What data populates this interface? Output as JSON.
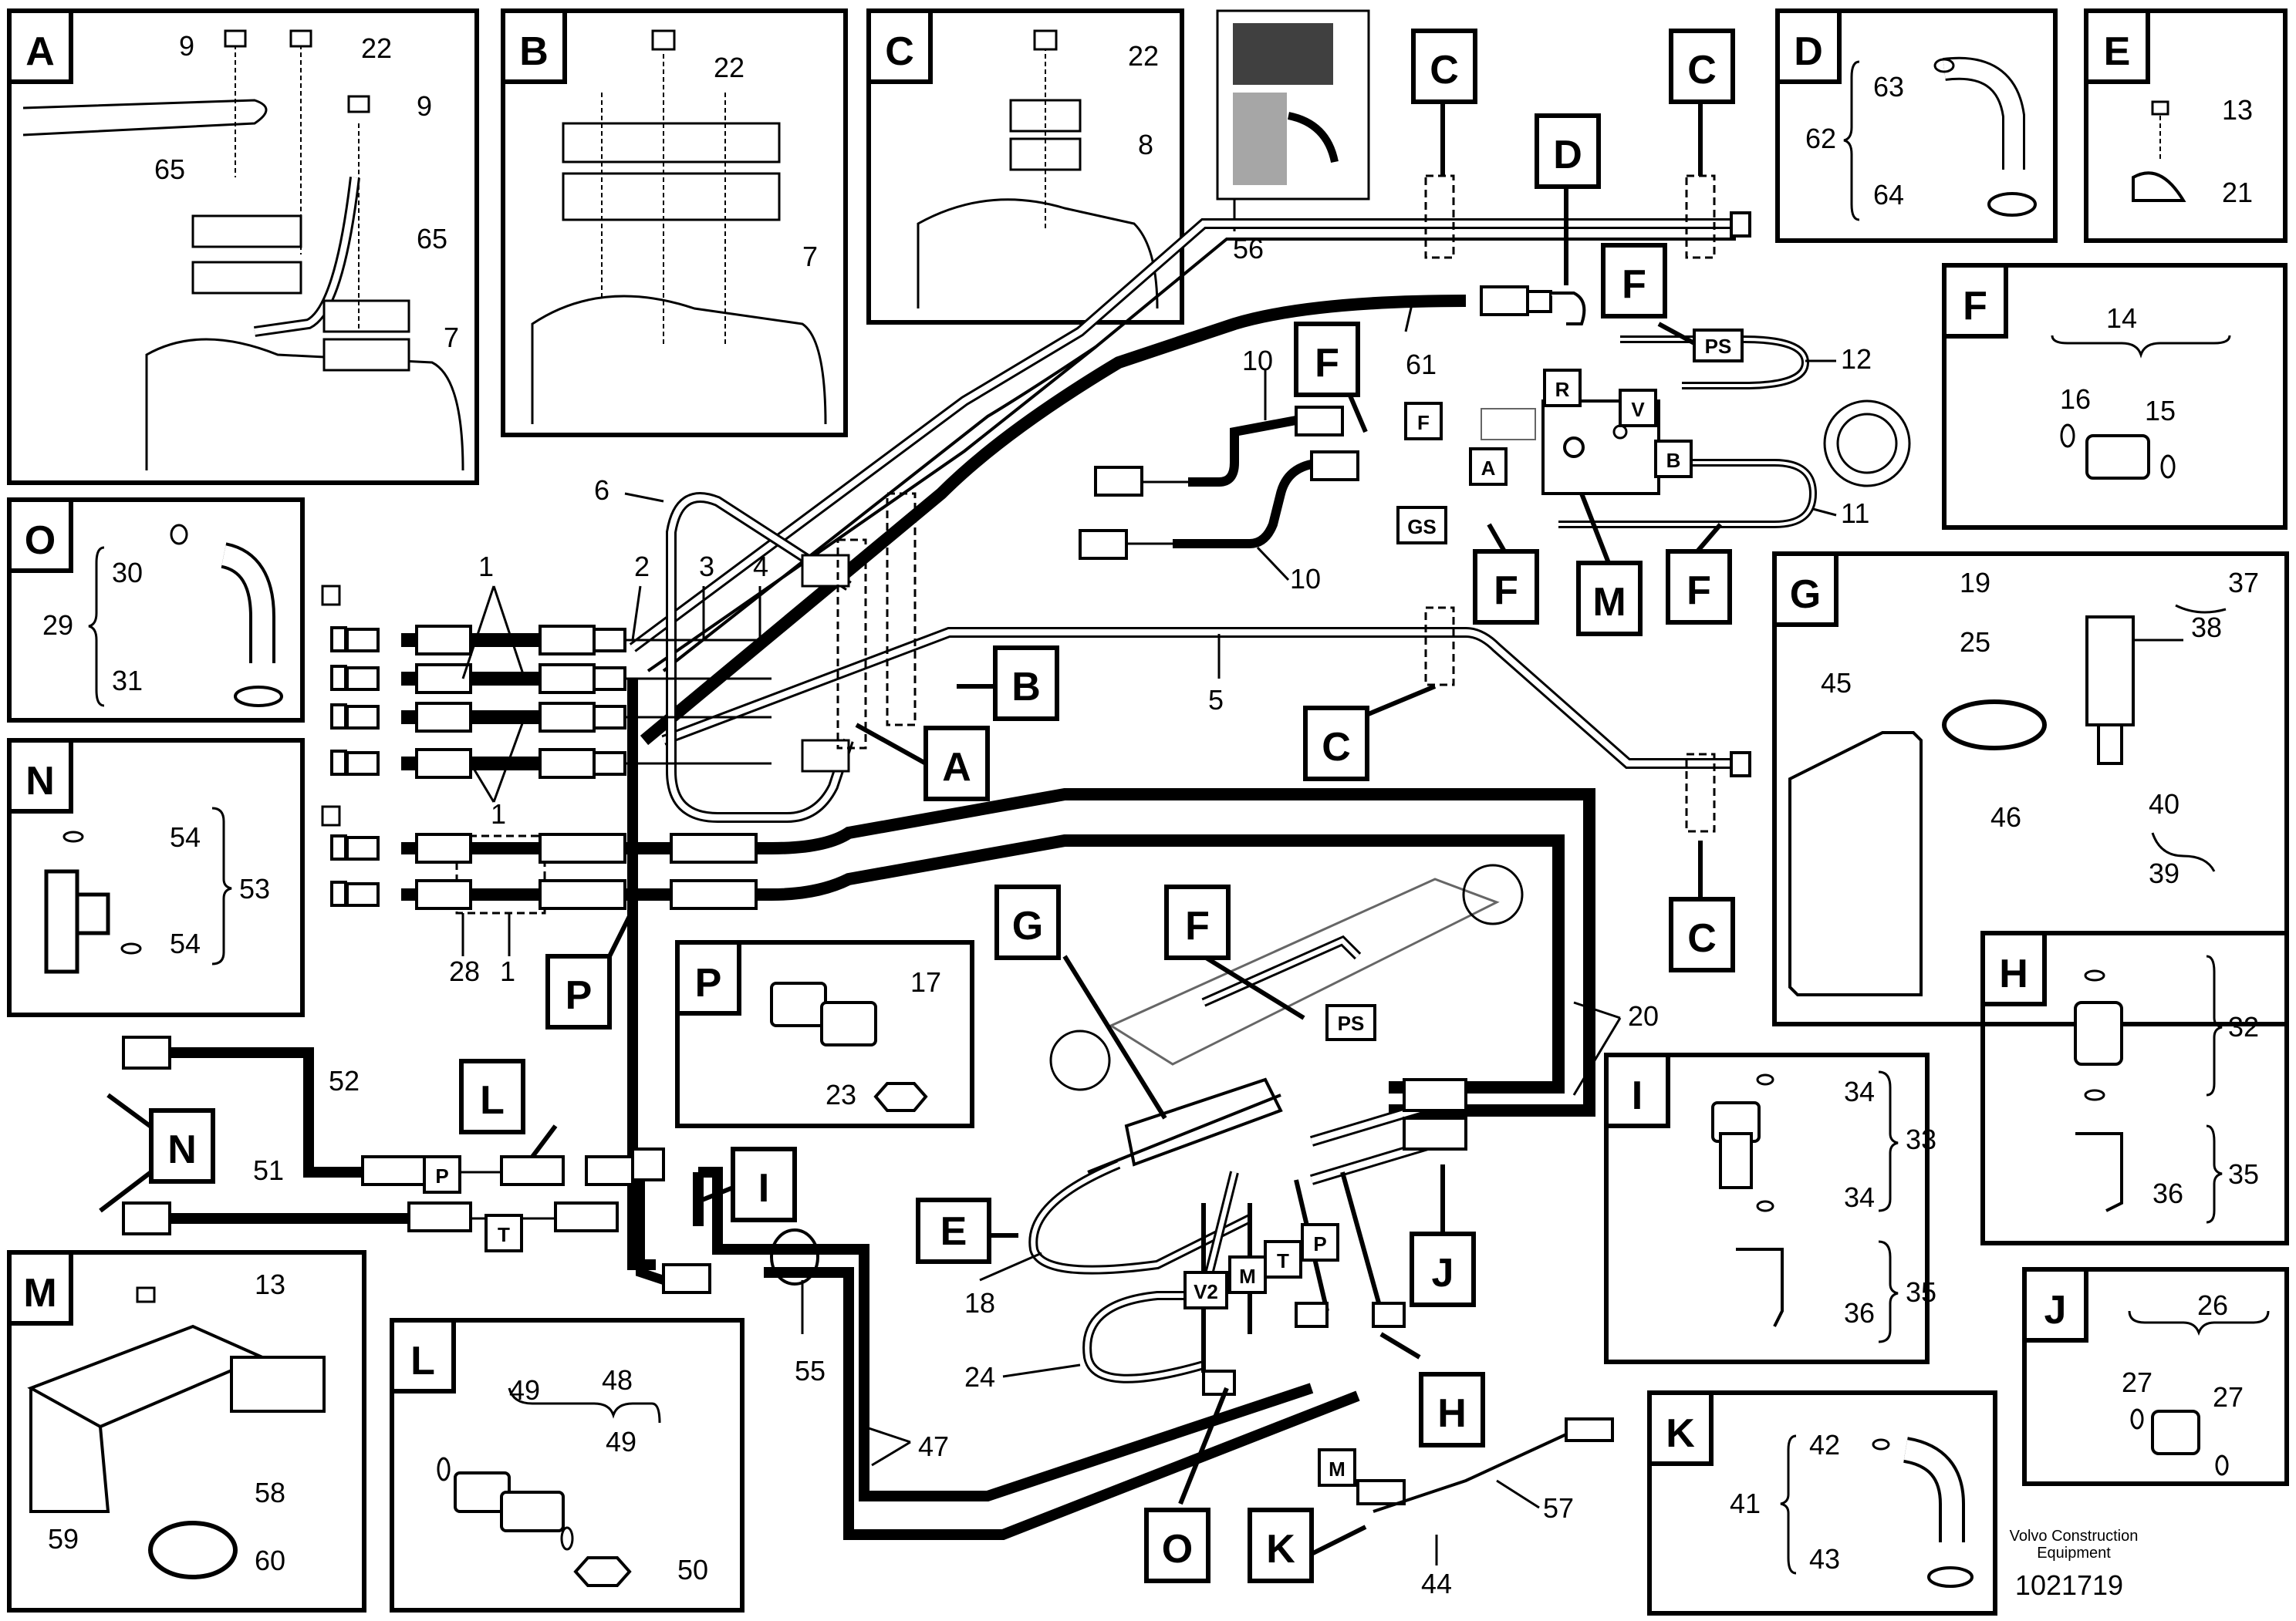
{
  "footer": {
    "company_line1": "Volvo Construction",
    "company_line2": "Equipment",
    "drawing_number": "1021719"
  },
  "detail_panels": {
    "A": {
      "letter": "A",
      "parts": [
        "9",
        "22",
        "9",
        "65",
        "65",
        "7"
      ]
    },
    "B": {
      "letter": "B",
      "parts": [
        "22",
        "7"
      ]
    },
    "C": {
      "letter": "C",
      "parts": [
        "22",
        "8"
      ]
    },
    "D": {
      "letter": "D",
      "parts": [
        "63",
        "62",
        "64"
      ]
    },
    "E": {
      "letter": "E",
      "parts": [
        "13",
        "21"
      ]
    },
    "F": {
      "letter": "F",
      "parts": [
        "14",
        "16",
        "15"
      ]
    },
    "G": {
      "letter": "G",
      "parts": [
        "19",
        "37",
        "25",
        "38",
        "45",
        "46",
        "40",
        "39"
      ]
    },
    "H": {
      "letter": "H",
      "parts": [
        "32",
        "35",
        "36"
      ]
    },
    "I": {
      "letter": "I",
      "parts": [
        "34",
        "33",
        "34",
        "35",
        "36"
      ]
    },
    "J": {
      "letter": "J",
      "parts": [
        "26",
        "27",
        "27"
      ]
    },
    "K": {
      "letter": "K",
      "parts": [
        "42",
        "41",
        "43"
      ]
    },
    "L": {
      "letter": "L",
      "parts": [
        "48",
        "49",
        "49",
        "50"
      ]
    },
    "M": {
      "letter": "M",
      "parts": [
        "13",
        "58",
        "59",
        "60"
      ]
    },
    "N": {
      "letter": "N",
      "parts": [
        "54",
        "53",
        "54"
      ]
    },
    "O": {
      "letter": "O",
      "parts": [
        "30",
        "29",
        "31"
      ]
    },
    "P": {
      "letter": "P",
      "parts": [
        "17",
        "23"
      ]
    }
  },
  "callout_tags": {
    "C1": "C",
    "C2": "C",
    "C3": "C",
    "C4": "C",
    "D": "D",
    "F1": "F",
    "F2": "F",
    "F3": "F",
    "F4": "F",
    "F5": "F",
    "M": "M",
    "B": "B",
    "A": "A",
    "G": "G",
    "E": "E",
    "I": "I",
    "L": "L",
    "N": "N",
    "P": "P",
    "J": "J",
    "H": "H",
    "O": "O",
    "K": "K"
  },
  "port_labels": {
    "PS1": "PS",
    "PS2": "PS",
    "R": "R",
    "V": "V",
    "F": "F",
    "A": "A",
    "B": "B",
    "GS": "GS",
    "P1": "P",
    "T": "T",
    "V2": "V2",
    "M1": "M",
    "T2": "T",
    "P2": "P",
    "M2": "M"
  },
  "main_part_numbers": {
    "n56": "56",
    "n61": "61",
    "n10a": "10",
    "n12": "12",
    "n6": "6",
    "n11": "11",
    "n10b": "10",
    "n1a": "1",
    "n2": "2",
    "n3": "3",
    "n4": "4",
    "n5": "5",
    "n1b": "1",
    "n28": "28",
    "n1c": "1",
    "n20": "20",
    "n52": "52",
    "n51": "51",
    "n18": "18",
    "n55": "55",
    "n24": "24",
    "n47": "47",
    "n57": "57",
    "n44": "44"
  }
}
